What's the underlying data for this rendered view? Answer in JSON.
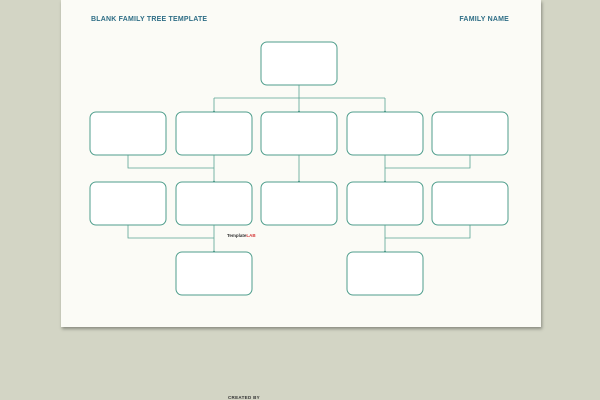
{
  "document": {
    "title": "BLANK FAMILY TREE TEMPLATE",
    "family_name_label": "FAMILY NAME",
    "watermark_main": "Template",
    "watermark_accent": "LAB",
    "credit": "CREATED BY"
  },
  "colors": {
    "background": "#d3d5c5",
    "paper": "#fbfbf6",
    "heading": "#2f6e86",
    "box_border": "#4f9e8c",
    "connector": "#5aa394",
    "watermark_accent": "#d63b3b"
  },
  "tree": {
    "generations": [
      {
        "level": 1,
        "boxes": 1
      },
      {
        "level": 2,
        "boxes": 5
      },
      {
        "level": 3,
        "boxes": 5
      },
      {
        "level": 4,
        "boxes": 2
      }
    ],
    "box_labels": [
      "",
      "",
      "",
      "",
      "",
      "",
      "",
      "",
      "",
      "",
      "",
      "",
      ""
    ]
  }
}
